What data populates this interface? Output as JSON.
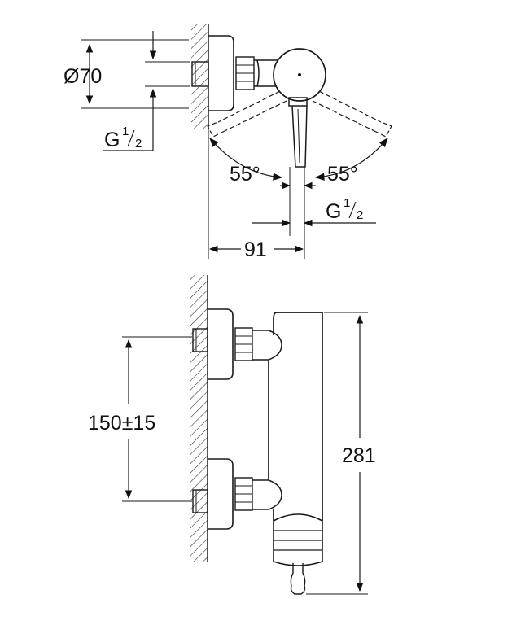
{
  "dimensions": {
    "diameter": "Ø70",
    "thread_left": {
      "base": "G",
      "num": "1",
      "den": "2"
    },
    "thread_right": {
      "base": "G",
      "num": "1",
      "den": "2"
    },
    "angle_left": "55°",
    "angle_right": "55°",
    "offset": "91",
    "centers": "150±15",
    "height": "281"
  },
  "colors": {
    "line": "#1a1a1a",
    "background": "#ffffff"
  }
}
